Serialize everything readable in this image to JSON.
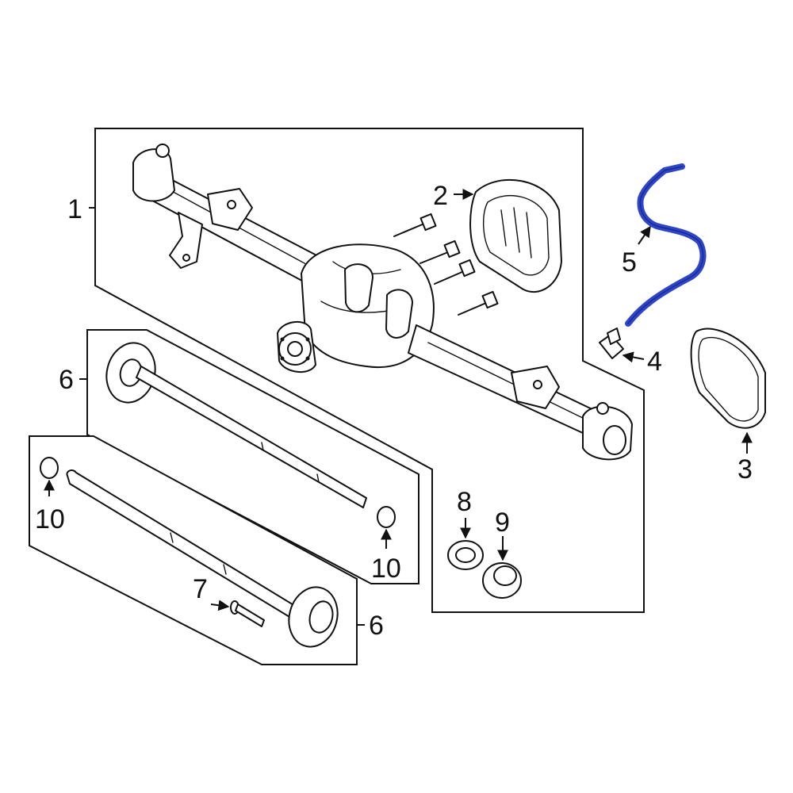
{
  "diagram": {
    "accent_color": "#2f45c8",
    "highlighted_part": "5",
    "callouts": {
      "c1": "1",
      "c2": "2",
      "c3": "3",
      "c4": "4",
      "c5": "5",
      "c6a": "6",
      "c6b": "6",
      "c7": "7",
      "c8": "8",
      "c9": "9",
      "c10a": "10",
      "c10b": "10"
    }
  }
}
